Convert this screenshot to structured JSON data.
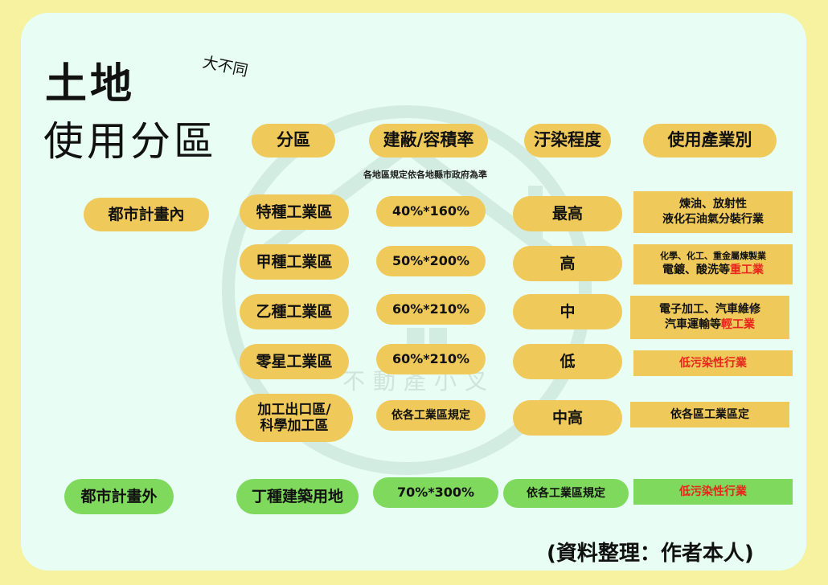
{
  "title": {
    "line1": "土地",
    "line2": "使用分區",
    "tag": "大不同"
  },
  "watermark": {
    "text": "不動產小叉"
  },
  "headers": [
    "分區",
    "建蔽/容積率",
    "汙染程度",
    "使用產業別"
  ],
  "note": "各地區規定依各地縣市政府為準",
  "groups": [
    {
      "label": "都市計畫內",
      "color": "#efc95a"
    },
    {
      "label": "都市計畫外",
      "color": "#7ed95c"
    }
  ],
  "rows": [
    {
      "zone": "特種工業區",
      "ratio": "40%*160%",
      "pollution": "最高",
      "industry_line1": "煉油、放射性",
      "industry_line2": "液化石油氣分裝行業"
    },
    {
      "zone": "甲種工業區",
      "ratio": "50%*200%",
      "pollution": "高",
      "industry_line1": "化學、化工、重金屬煉製業",
      "industry_line2_prefix": "電鍍、酸洗等",
      "industry_line2_highlight": "重工業"
    },
    {
      "zone": "乙種工業區",
      "ratio": "60%*210%",
      "pollution": "中",
      "industry_line1": "電子加工、汽車維修",
      "industry_line2_prefix": "汽車運輸等",
      "industry_line2_highlight": "輕工業"
    },
    {
      "zone": "零星工業區",
      "ratio": "60%*210%",
      "pollution": "低",
      "industry_highlight": "低污染性行業"
    },
    {
      "zone_line1": "加工出口區/",
      "zone_line2": "科學加工區",
      "ratio": "依各工業區規定",
      "pollution": "中高",
      "industry": "依各區工業區定"
    },
    {
      "zone": "丁種建築用地",
      "ratio": "70%*300%",
      "pollution": "依各工業區規定",
      "industry_highlight": "低污染性行業"
    }
  ],
  "source": "(資料整理：作者本人)",
  "colors": {
    "background": "#f6f29f",
    "card": "#e8fdf4",
    "yellow": "#efc95a",
    "green": "#7ed95c",
    "highlight": "#e8251c"
  }
}
